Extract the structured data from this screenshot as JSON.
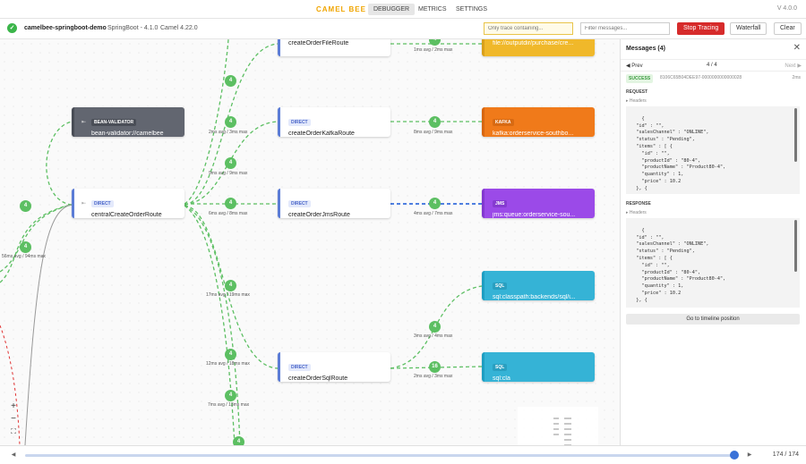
{
  "topbar": {
    "brand": "CAMEL BEE",
    "tabs": [
      {
        "label": "DEBUGGER",
        "active": true
      },
      {
        "label": "METRICS",
        "active": false
      },
      {
        "label": "SETTINGS",
        "active": false
      }
    ],
    "version": "V 4.0.0"
  },
  "toolbar": {
    "app_name": "camelbee-springboot-demo",
    "springboot": "SpringBoot - 4.1.0",
    "camel": "Camel 4.22.0",
    "trace_placeholder": "Only trace containing...",
    "filter_placeholder": "Filter messages...",
    "stop_label": "Stop Tracing",
    "waterfall_label": "Waterfall",
    "clear_label": "Clear"
  },
  "graph": {
    "nodes": [
      {
        "id": "n_validator",
        "badge": "BEAN-VALIDATOR",
        "label": "bean-validator://camelbee",
        "style": "dark"
      },
      {
        "id": "n_central",
        "badge": "DIRECT",
        "label": "centralCreateOrderRoute",
        "style": "direct"
      },
      {
        "id": "n_file",
        "badge": "",
        "label": "createOrderFileRoute",
        "style": "direct"
      },
      {
        "id": "n_kafka",
        "badge": "DIRECT",
        "label": "createOrderKafkaRoute",
        "style": "direct"
      },
      {
        "id": "n_jms",
        "badge": "DIRECT",
        "label": "createOrderJmsRoute",
        "style": "direct"
      },
      {
        "id": "n_sql",
        "badge": "DIRECT",
        "label": "createOrderSqlRoute",
        "style": "direct"
      },
      {
        "id": "e_file",
        "badge": "",
        "label": "file://outputdir/purchase/cre...",
        "style": "yellow"
      },
      {
        "id": "e_kafka",
        "badge": "KAFKA",
        "label": "kafka:orderservice-southbo...",
        "style": "orange"
      },
      {
        "id": "e_jms",
        "badge": "JMS",
        "label": "jms:queue:orderservice-sou...",
        "style": "purple"
      },
      {
        "id": "e_sql1",
        "badge": "SQL",
        "label": "sql:classpath:backends/sql/i...",
        "style": "cyan"
      },
      {
        "id": "e_sql2",
        "badge": "SQL",
        "label": "sql:cla",
        "style": "cyan"
      }
    ],
    "counts": [
      "4",
      "4",
      "4",
      "4",
      "4",
      "4",
      "4",
      "4",
      "4",
      "4",
      "4",
      "4",
      "4",
      "16",
      "4",
      "4"
    ],
    "stats": [
      "1ms avg / 2ms max",
      "2ms avg / 3ms max",
      "8ms avg / 9ms max",
      "9ms avg / 9ms max",
      "6ms avg / 8ms max",
      "4ms avg / 7ms max",
      "17ms avg / 19ms max",
      "3ms avg / 4ms max",
      "12ms avg / 18ms max",
      "2ms avg / 3ms max",
      "7ms avg / 13ms max",
      "56ms avg / 94ms max"
    ]
  },
  "messages": {
    "title": "Messages (4)",
    "prev": "◀ Prev",
    "pager": "4 / 4",
    "next": "Next ▶",
    "status": "SUCCESS",
    "message_id": "8106C65B04DEE97-0000000000000028",
    "duration": "2ms",
    "request_label": "REQUEST",
    "response_label": "RESPONSE",
    "headers_label": "▸ Headers",
    "request_body": "{\n  \"id\" : \"\",\n  \"salesChannel\" : \"ONLINE\",\n  \"status\" : \"Pending\",\n  \"items\" : [ {\n    \"id\" : \"\",\n    \"productId\" : \"80-4\",\n    \"productName\" : \"Product80-4\",\n    \"quantity\" : 1,\n    \"price\" : 10.2\n  }, {",
    "response_body": "{\n  \"id\" : \"\",\n  \"salesChannel\" : \"ONLINE\",\n  \"status\" : \"Pending\",\n  \"items\" : [ {\n    \"id\" : \"\",\n    \"productId\" : \"80-4\",\n    \"productName\" : \"Product80-4\",\n    \"quantity\" : 1,\n    \"price\" : 10.2\n  }, {",
    "goto_label": "Go to timeline position"
  },
  "timeline": {
    "counter": "174 / 174",
    "position": 1.0
  },
  "colors": {
    "brand": "#f0a500",
    "edge_green": "#5cbf62",
    "edge_blue": "#4f7fe0",
    "stop_red": "#d62b2b"
  }
}
